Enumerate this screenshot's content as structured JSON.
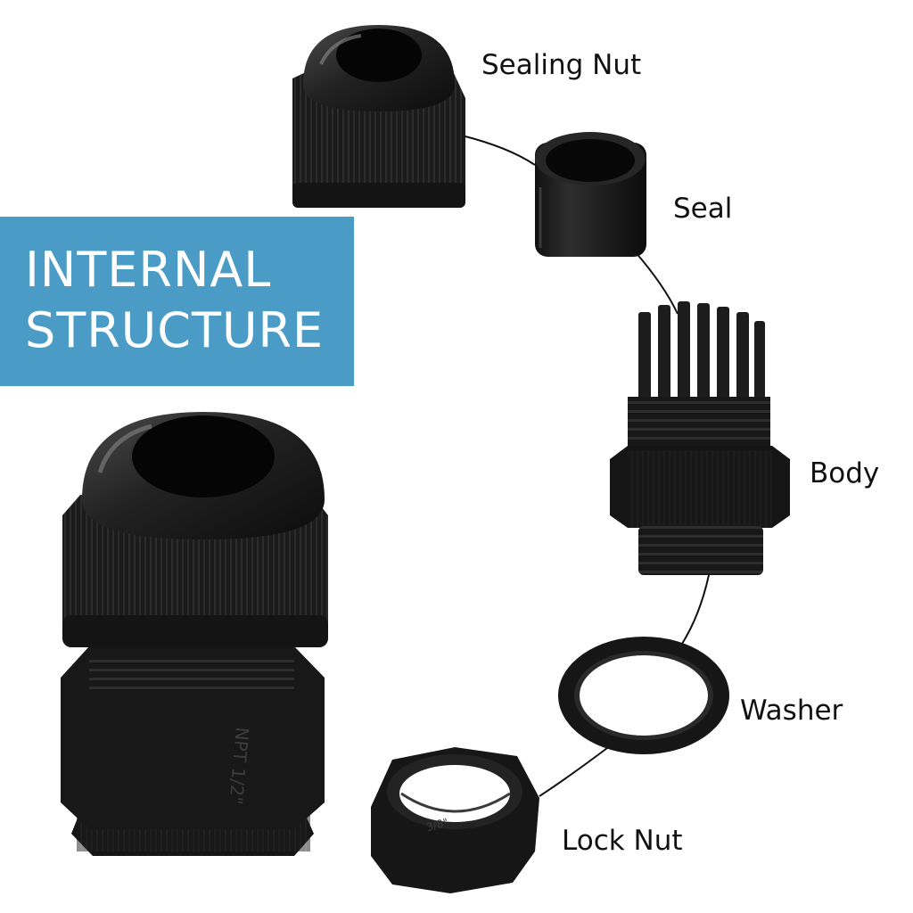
{
  "banner": {
    "line1": "INTERNAL",
    "line2": "STRUCTURE",
    "color": "#4a9cc6"
  },
  "labels": {
    "sealing_nut": "Sealing Nut",
    "seal": "Seal",
    "body": "Body",
    "washer": "Washer",
    "lock_nut": "Lock Nut"
  },
  "markings": {
    "assembly_thread": "NPT 1/2\"",
    "lock_nut_size": "3/8\""
  },
  "colors": {
    "part": "#1c1c1c",
    "connector_line": "#111111"
  }
}
